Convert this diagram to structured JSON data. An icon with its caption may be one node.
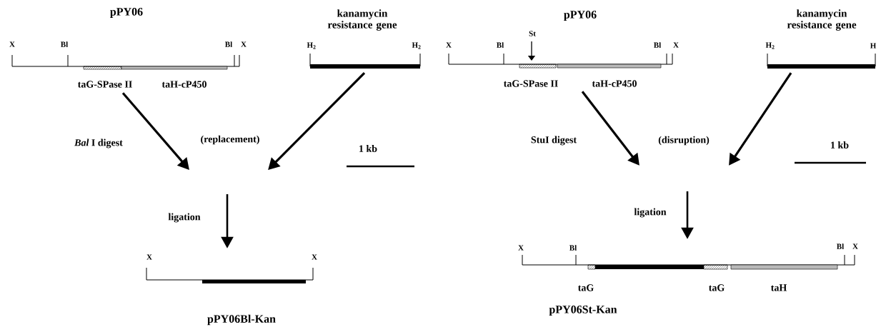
{
  "diagram": {
    "nodes": [
      {
        "text": [
          "pPY06",
          "X",
          "Bl",
          "Bl",
          "X",
          "taG-SPase II",
          "taH-cP450"
        ]
      },
      {
        "text": [
          "kanamycin resistance gene",
          "H$_{2}$",
          "H$_{2}$"
        ]
      },
      {
        "text": [
          "pPY06Bl-Kan",
          "X",
          "X"
        ]
      },
      {
        "text": [
          "pPY06",
          "St",
          "X",
          "Bl",
          "Bl",
          "X",
          "taG-SPase II",
          "taH-cP450"
        ]
      },
      {
        "text": [
          "kanamycin resistance gene",
          "H$_{2}$",
          "H"
        ]
      },
      {
        "text": [
          "pPY06St-Kan",
          "X",
          "Bl",
          "Bl",
          "X",
          "taG",
          "taG",
          "taH"
        ]
      }
    ],
    "edges": [
      {
        "from": 0,
        "to": null,
        "arrow": "to",
        "label": "*Bal* I digest"
      },
      {
        "from": 1,
        "to": null,
        "arrow": "to"
      },
      {
        "from": null,
        "to": 2,
        "arrow": "to",
        "label": "ligation"
      },
      {
        "from": 3,
        "to": null,
        "arrow": "to",
        "label": "StuI digest"
      },
      {
        "from": 4,
        "to": null,
        "arrow": "to"
      },
      {
        "from": null,
        "to": 5,
        "arrow": "to",
        "label": "ligation"
      }
    ],
    "labels": [
      "(replacement)",
      "1 kb",
      "(disruption)",
      "1 kb"
    ]
  }
}
